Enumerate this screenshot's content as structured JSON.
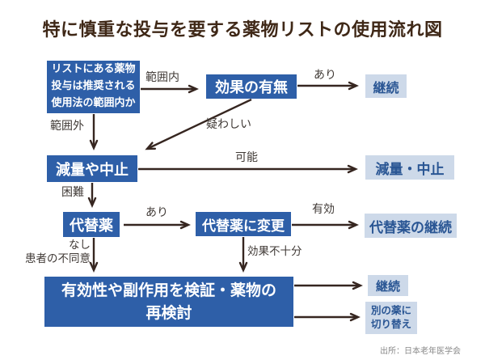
{
  "title": "特に慎重な投与を要する薬物リストの使用流れ図",
  "source": "出所：日本老年医学会",
  "nodes": {
    "start": {
      "line1": "リストにある薬物",
      "line2": "投与は推奨される",
      "line3": "使用法の範囲内か"
    },
    "effect": "効果の有無",
    "continue_top": "継続",
    "reduce_or_stop": "減量や中止",
    "reduce_stop_result": "減量・中止",
    "alternative": "代替薬",
    "change_alternative": "代替薬に変更",
    "alternative_continue": "代替薬の継続",
    "review": {
      "line1": "有効性や副作用を検証・薬物の",
      "line2": "再検討"
    },
    "continue_bottom": "継続",
    "switch_drug": {
      "line1": "別の薬に",
      "line2": "切り替え"
    }
  },
  "edges": {
    "in_range": "範囲内",
    "out_of_range": "範囲外",
    "yes_effect": "あり",
    "doubtful": "疑わしい",
    "possible": "可能",
    "difficult": "困難",
    "yes_alternative": "あり",
    "effective": "有効",
    "none": "なし",
    "patient_disagreement": "患者の不同意",
    "insufficient_effect": "効果不十分"
  },
  "colors": {
    "title_brown": "#3f2817",
    "box_blue": "#2e5fa8",
    "box_light_blue": "#cdd9e9",
    "box_light_text": "#2a5694",
    "arrow": "#362620",
    "edge_label": "#403a36",
    "source_text": "#8a8a8a"
  }
}
